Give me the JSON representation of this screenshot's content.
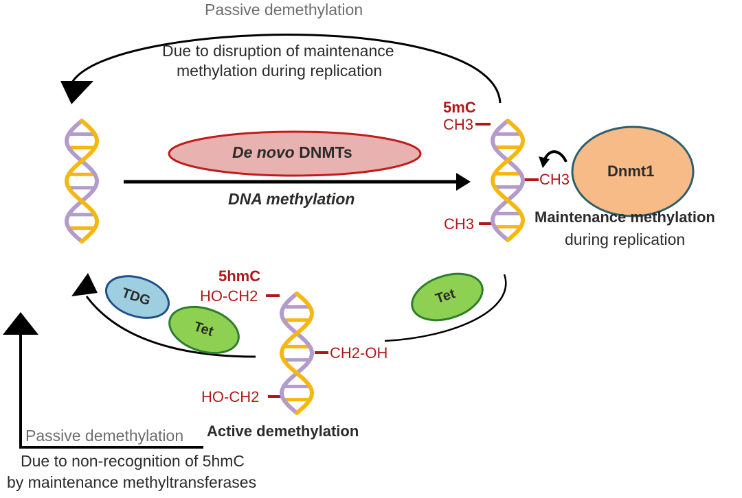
{
  "top": {
    "title": "Passive demethylation",
    "line1": "Due to disruption of maintenance",
    "line2": "methylation during replication"
  },
  "methylation": {
    "enzyme_italic": "De novo",
    "enzyme_rest": " DNMTs",
    "arrow_label": "DNA methylation"
  },
  "methylated_dna": {
    "label": "5mC",
    "marks": [
      "CH3",
      "CH3",
      "CH3"
    ]
  },
  "maintenance": {
    "enzyme": "Dnmt1",
    "title": "Maintenance methylation",
    "subtitle": "during replication"
  },
  "hydroxymethylated_dna": {
    "label": "5hmC",
    "marks": [
      "HO-CH2",
      "CH2-OH",
      "HO-CH2"
    ]
  },
  "active": {
    "enzymes": [
      "TDG",
      "Tet",
      "Tet"
    ],
    "title": "Active demethylation"
  },
  "bottom": {
    "title": "Passive demethylation",
    "line1": "Due to non-recognition of 5hmC",
    "line2": "by maintenance methyltransferases"
  },
  "colors": {
    "strand_yellow": "#f5b812",
    "strand_purple": "#b39bcb",
    "mark_red": "#b01818",
    "dnmt1_fill": "#f6bb86",
    "dnmt1_stroke": "#2d5f6b",
    "denovo_fill": "#e8b2b0",
    "denovo_stroke": "#c21b1b",
    "tet_fill": "#8ed052",
    "tet_stroke": "#2e7d2e",
    "tdg_fill": "#9ecfe1",
    "tdg_stroke": "#1f4f8a"
  }
}
